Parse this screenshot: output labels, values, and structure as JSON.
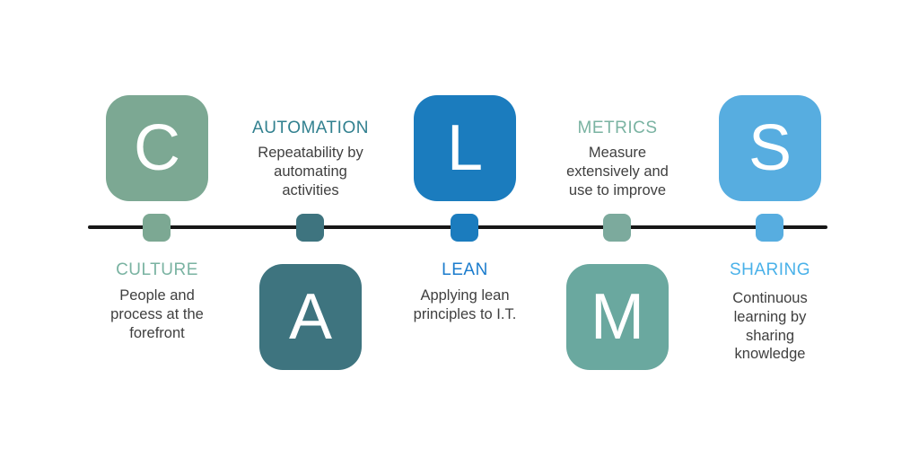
{
  "diagram": {
    "name": "CALMS",
    "background_color": "#ffffff",
    "timeline_color": "#161616",
    "body_text_color": "#3f3f3f",
    "letter_text_color": "#ffffff"
  },
  "items": [
    {
      "letter": "C",
      "label": "CULTURE",
      "description": "People and\nprocess at the\nforefront",
      "side": "above-line",
      "box_color": "#7ca893",
      "marker_color": "#7ca893",
      "label_color": "#7ab3a2"
    },
    {
      "letter": "A",
      "label": "AUTOMATION",
      "description": "Repeatability by\nautomating\nactivities",
      "side": "below-line",
      "box_color": "#3e747f",
      "marker_color": "#3e747f",
      "label_color": "#31808f"
    },
    {
      "letter": "L",
      "label": "LEAN",
      "description": "Applying lean\nprinciples to I.T.",
      "side": "above-line",
      "box_color": "#1b7cbe",
      "marker_color": "#1b7cbe",
      "label_color": "#1b7ccd"
    },
    {
      "letter": "M",
      "label": "METRICS",
      "description": "Measure\nextensively and\nuse to improve",
      "side": "below-line",
      "box_color": "#6aa89f",
      "marker_color": "#7caa9d",
      "label_color": "#7ab3a2"
    },
    {
      "letter": "S",
      "label": "SHARING",
      "description": "Continuous\nlearning by\nsharing\nknowledge",
      "side": "above-line",
      "box_color": "#57ade0",
      "marker_color": "#57ade0",
      "label_color": "#49b1e9"
    }
  ]
}
